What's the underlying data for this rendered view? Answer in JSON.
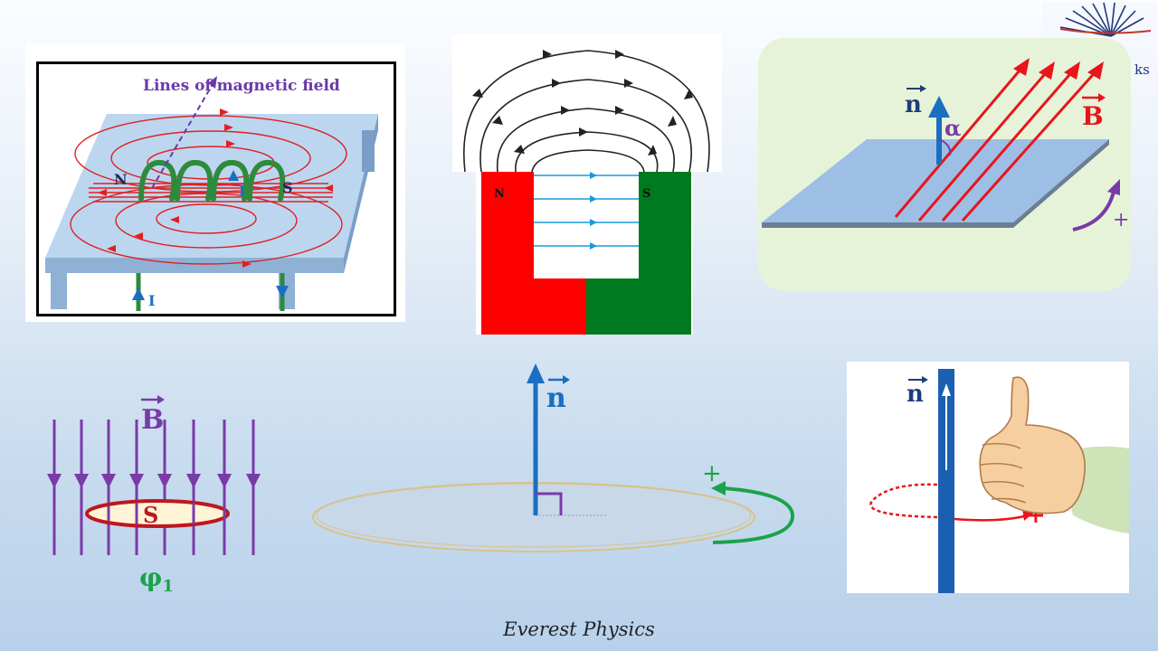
{
  "colors": {
    "field_red": "#e02020",
    "coil_green": "#2e8b3e",
    "vector_blue": "#1a6fc0",
    "purple": "#7a3aa8",
    "magnet_red": "#ff0000",
    "magnet_green": "#007a1f",
    "flux_green": "#1aa34a"
  },
  "logo": {
    "text": "ks"
  },
  "solenoid": {
    "field_label": "Lines of magnetic field",
    "north": "N",
    "south": "S",
    "current_top": "I",
    "current_bottom": "I"
  },
  "horseshoe": {
    "north": "N",
    "south": "S"
  },
  "plane": {
    "normal": "n",
    "angle": "α",
    "field": "B",
    "positive": "+"
  },
  "loop_flux": {
    "field": "B",
    "area": "S",
    "flux": "φ",
    "flux_sub": "1"
  },
  "disk": {
    "normal": "n",
    "positive": "+"
  },
  "right_hand": {
    "normal": "n",
    "positive": "+"
  },
  "footer": {
    "text": "Everest Physics"
  }
}
